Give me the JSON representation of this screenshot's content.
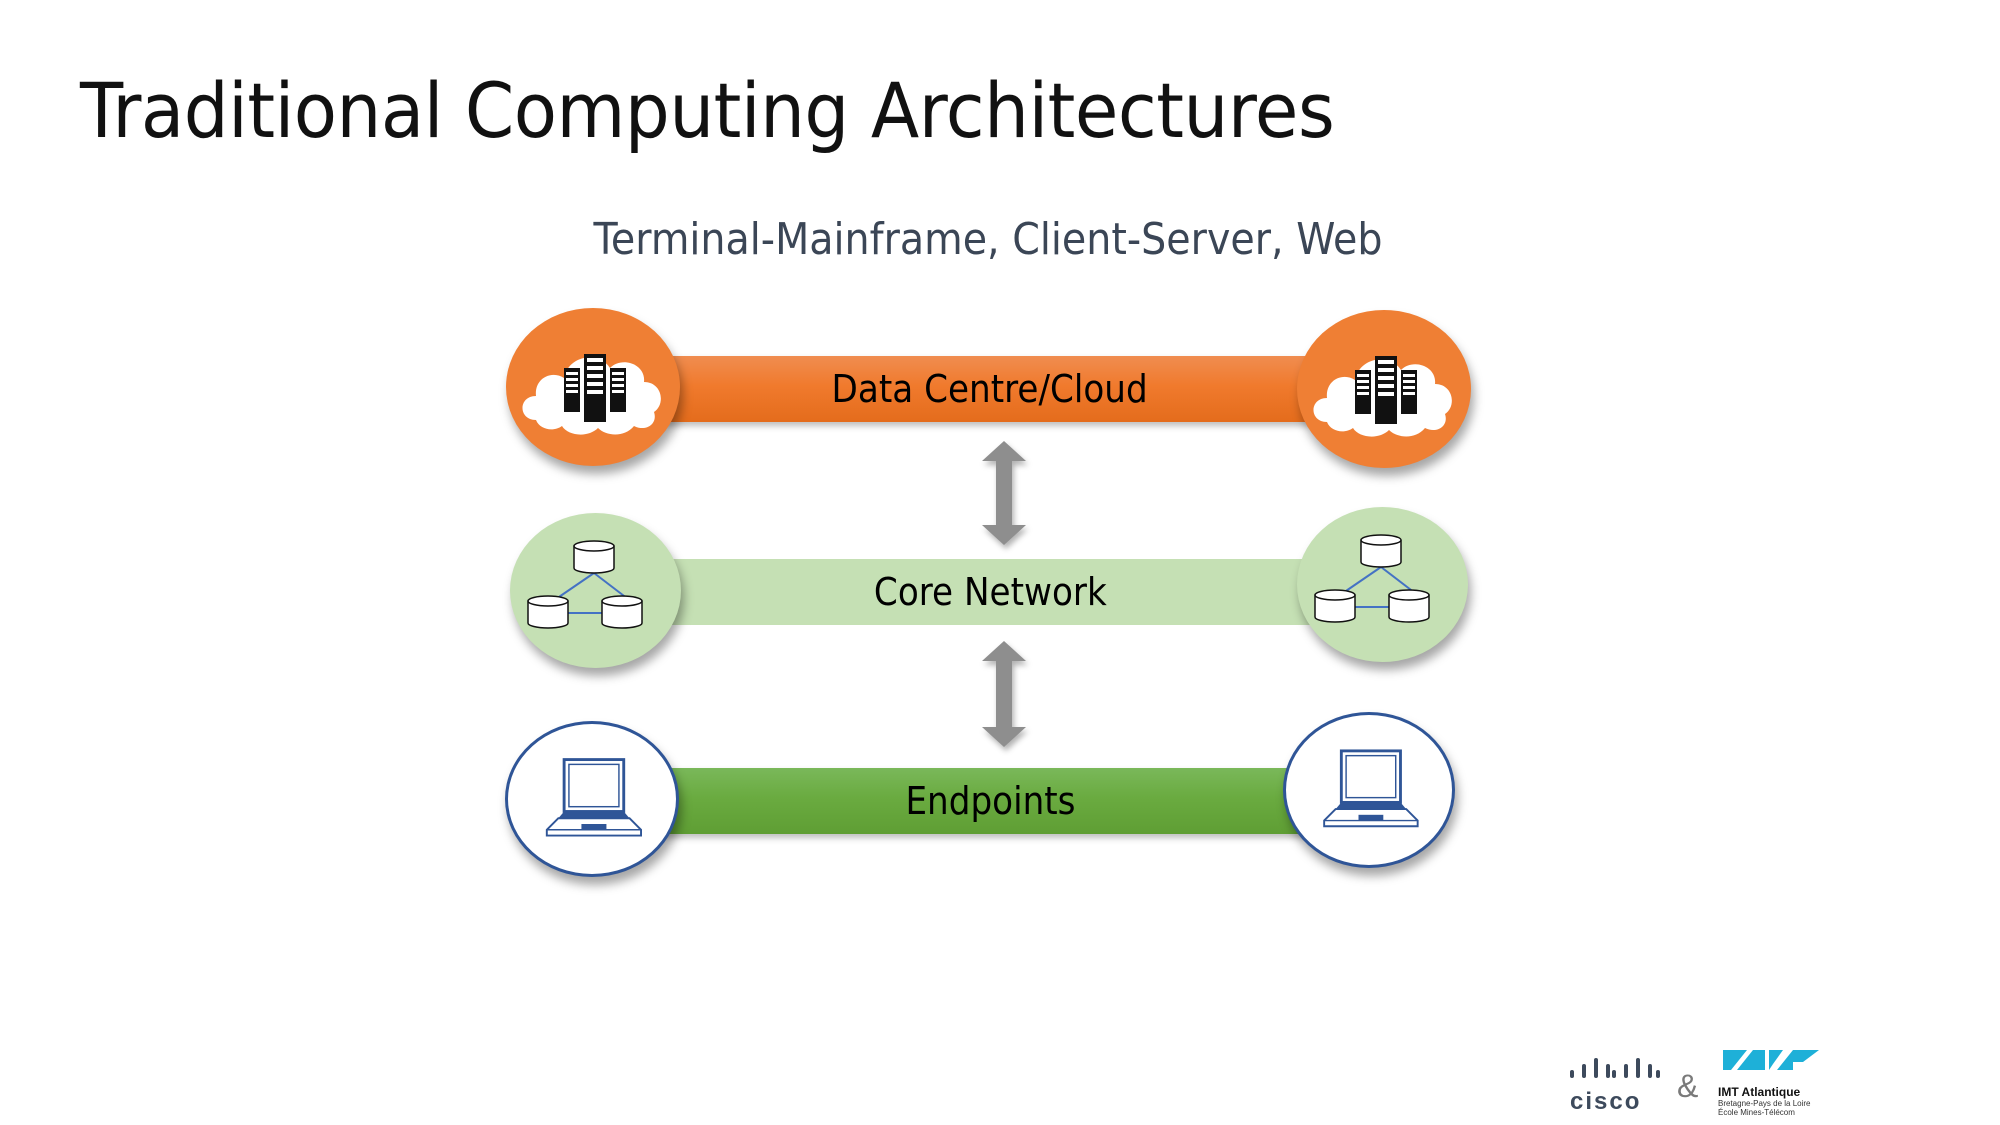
{
  "slide": {
    "title": "Traditional Computing Architectures",
    "subtitle": "Terminal-Mainframe, Client-Server, Web"
  },
  "layers": [
    {
      "label": "Data Centre/Cloud",
      "icon": "cloud-server-icon",
      "color": "#ef7f34"
    },
    {
      "label": "Core Network",
      "icon": "database-network-icon",
      "color": "#c5e0b4"
    },
    {
      "label": "Endpoints",
      "icon": "laptop-icon",
      "color": "#6aab40"
    }
  ],
  "arrows": [
    {
      "from": "Data Centre/Cloud",
      "to": "Core Network",
      "type": "bidirectional"
    },
    {
      "from": "Core Network",
      "to": "Endpoints",
      "type": "bidirectional"
    }
  ],
  "footer": {
    "logo_left": "cisco",
    "separator": "&",
    "logo_right_title": "IMT Atlantique",
    "logo_right_line1": "Bretagne-Pays de la Loire",
    "logo_right_line2": "École Mines-Télécom"
  }
}
